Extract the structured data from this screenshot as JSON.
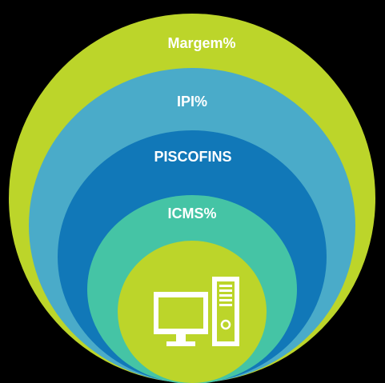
{
  "diagram": {
    "background": "#000000",
    "layers": [
      {
        "label": "Margem%",
        "color": "#bcd52a"
      },
      {
        "label": "IPI%",
        "color": "#4aabc9"
      },
      {
        "label": "PISCOFINS",
        "color": "#1178b8"
      },
      {
        "label": "ICMS%",
        "color": "#45c4a5"
      }
    ],
    "core": {
      "color": "#bcd52a",
      "icon": "computer-icon",
      "icon_color": "#ffffff"
    }
  }
}
